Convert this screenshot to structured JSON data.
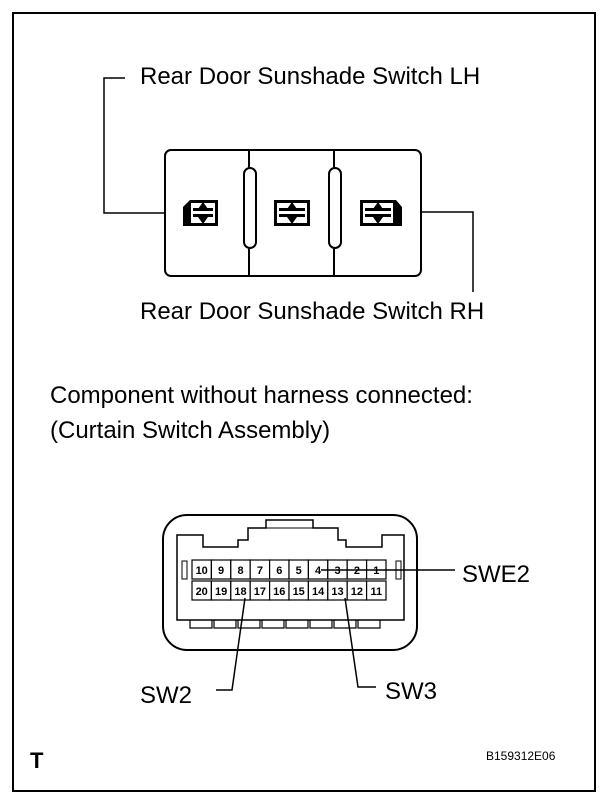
{
  "labels": {
    "switch_lh": "Rear Door Sunshade Switch LH",
    "switch_rh": "Rear Door Sunshade Switch RH",
    "component_line1": "Component without harness connected:",
    "component_line2": "(Curtain Switch Assembly)",
    "swe2": "SWE2",
    "sw2": "SW2",
    "sw3": "SW3",
    "corner_mark": "T",
    "figure_code": "B159312E06"
  },
  "connector": {
    "top_row_pins": [
      "10",
      "9",
      "8",
      "7",
      "6",
      "5",
      "4",
      "3",
      "2",
      "1"
    ],
    "bottom_row_pins": [
      "20",
      "19",
      "18",
      "17",
      "16",
      "15",
      "14",
      "13",
      "12",
      "11"
    ]
  },
  "switch_panel": {
    "buttons": [
      "switch-lh-icon",
      "center-switch-icon",
      "switch-rh-icon"
    ]
  }
}
